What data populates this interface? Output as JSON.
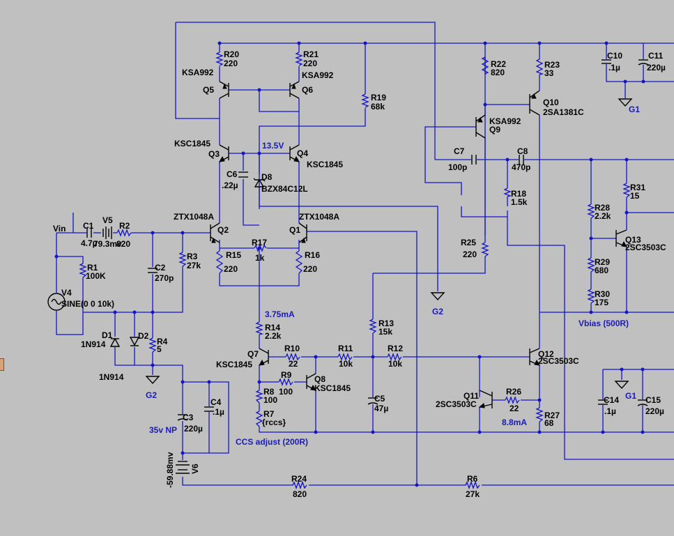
{
  "schematic": {
    "labels": {
      "vin": "Vin",
      "g1_top": "G1",
      "g1_mid": "G1",
      "g2_left": "G2",
      "g2_mid": "G2",
      "v_13_5": "13.5V",
      "i_3_75": "3.75mA",
      "i_8_8": "8.8mA",
      "ccs_adjust": "CCS adjust (200R)",
      "vbias": "Vbias (500R)",
      "cap_35v_np": "35v NP",
      "v6_value": "-59.88mv"
    },
    "components": {
      "R20": {
        "name": "R20",
        "value": "220"
      },
      "R21": {
        "name": "R21",
        "value": "220"
      },
      "R22": {
        "name": "R22",
        "value": "820"
      },
      "R23": {
        "name": "R23",
        "value": "33"
      },
      "R19": {
        "name": "R19",
        "value": "68k"
      },
      "R15": {
        "name": "R15",
        "value": "220"
      },
      "R16": {
        "name": "R16",
        "value": "220"
      },
      "R17": {
        "name": "R17",
        "value": "1k"
      },
      "R3": {
        "name": "R3",
        "value": "27k"
      },
      "R1": {
        "name": "R1",
        "value": "100K"
      },
      "R2": {
        "name": "R2",
        "value": "820"
      },
      "R4": {
        "name": "R4",
        "value": "5"
      },
      "R14": {
        "name": "R14",
        "value": "2.2k"
      },
      "R10": {
        "name": "R10",
        "value": "22"
      },
      "R11": {
        "name": "R11",
        "value": "10k"
      },
      "R12": {
        "name": "R12",
        "value": "10k"
      },
      "R13": {
        "name": "R13",
        "value": "15k"
      },
      "R9": {
        "name": "R9",
        "value": "100"
      },
      "R8": {
        "name": "R8",
        "value": "100"
      },
      "R7": {
        "name": "R7",
        "value": "{rccs}"
      },
      "R18": {
        "name": "R18",
        "value": "1.5k"
      },
      "R25": {
        "name": "R25",
        "value": "220"
      },
      "R26": {
        "name": "R26",
        "value": "22"
      },
      "R27": {
        "name": "R27",
        "value": "68"
      },
      "R28": {
        "name": "R28",
        "value": "2.2k"
      },
      "R29": {
        "name": "R29",
        "value": "680"
      },
      "R30": {
        "name": "R30",
        "value": "175"
      },
      "R31": {
        "name": "R31",
        "value": "15"
      },
      "R24": {
        "name": "R24",
        "value": "820"
      },
      "R6": {
        "name": "R6",
        "value": "27k"
      },
      "C1": {
        "name": "C1",
        "value": "4.7µ"
      },
      "C2": {
        "name": "C2",
        "value": "270p"
      },
      "C3": {
        "name": "C3",
        "value": "220µ"
      },
      "C4": {
        "name": "C4",
        "value": ".1µ"
      },
      "C5": {
        "name": "C5",
        "value": "47µ"
      },
      "C6": {
        "name": "C6",
        "value": ".22µ"
      },
      "C7": {
        "name": "C7",
        "value": "100p"
      },
      "C8": {
        "name": "C8",
        "value": "470p"
      },
      "C10": {
        "name": "C10",
        "value": ".1µ"
      },
      "C11": {
        "name": "C11",
        "value": "220µ"
      },
      "C14": {
        "name": "C14",
        "value": ".1µ"
      },
      "C15": {
        "name": "C15",
        "value": "220µ"
      },
      "D1": {
        "name": "D1",
        "value": "1N914"
      },
      "D2": {
        "name": "D2",
        "value": "1N914"
      },
      "D8": {
        "name": "D8",
        "value": "BZX84C12L"
      },
      "Q1": {
        "name": "Q1",
        "value": "ZTX1048A"
      },
      "Q2": {
        "name": "Q2",
        "value": "ZTX1048A"
      },
      "Q3": {
        "name": "Q3",
        "value": "KSC1845"
      },
      "Q4": {
        "name": "Q4",
        "value": "KSC1845"
      },
      "Q5": {
        "name": "Q5",
        "value": "KSA992"
      },
      "Q6": {
        "name": "Q6",
        "value": "KSA992"
      },
      "Q7": {
        "name": "Q7",
        "value": "KSC1845"
      },
      "Q8": {
        "name": "Q8",
        "value": "KSC1845"
      },
      "Q9": {
        "name": "Q9",
        "value": "KSA992"
      },
      "Q10": {
        "name": "Q10",
        "value": "2SA1381C"
      },
      "Q11": {
        "name": "Q11",
        "value": "2SC3503C"
      },
      "Q12": {
        "name": "Q12",
        "value": "2SC3503C"
      },
      "Q13": {
        "name": "Q13",
        "value": "2SC3503C"
      },
      "V4": {
        "name": "V4",
        "value": "SINE(0 0 10k)"
      },
      "V5": {
        "name": "V5",
        "value": "79.3mv"
      },
      "V6": {
        "name": "V6",
        "value": "-59.88mv"
      }
    }
  }
}
